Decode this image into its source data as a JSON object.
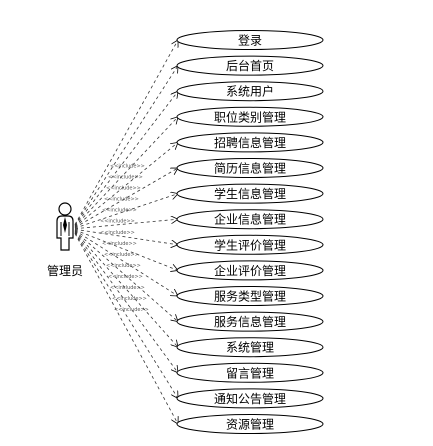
{
  "actor": {
    "label": "管理员"
  },
  "relationship_label": "<<include>>",
  "use_cases": [
    "登录",
    "后台首页",
    "系统用户",
    "职位类别管理",
    "招聘信息管理",
    "简历信息管理",
    "学生信息管理",
    "企业信息管理",
    "学生评价管理",
    "企业评价管理",
    "服务类型管理",
    "服务信息管理",
    "系统管理",
    "留言管理",
    "通知公告管理",
    "资源管理"
  ],
  "colors": {
    "stroke": "#000000",
    "dash": "#333333",
    "text": "#000000"
  }
}
